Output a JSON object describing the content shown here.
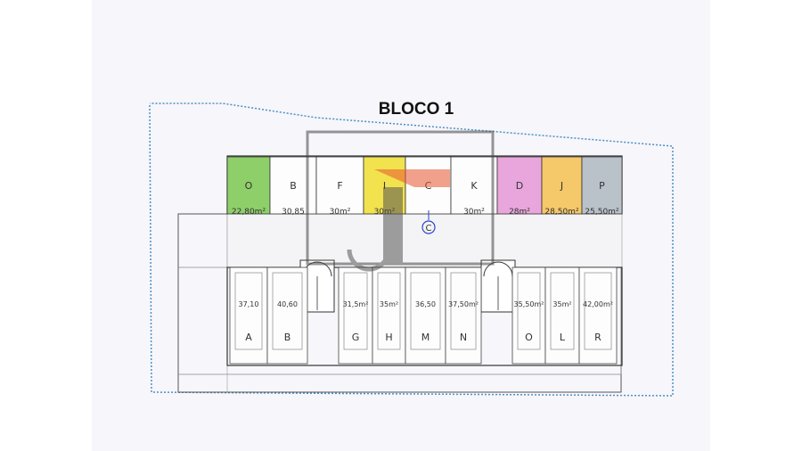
{
  "title": "BLOCO 1",
  "colors": {
    "green": "#8fcf6a",
    "yellow": "#f2e24e",
    "pink": "#e9a6dc",
    "orange": "#f5c86a",
    "grey": "#b9c1c9",
    "logo_red": "#e8572f"
  },
  "top_units": [
    {
      "letter": "O",
      "area": "22,80m²",
      "color": "green"
    },
    {
      "letter": "B",
      "area": "30,85",
      "color": "white"
    },
    {
      "letter": "F",
      "area": "30m²",
      "color": "white"
    },
    {
      "letter": "I",
      "area": "30m²",
      "color": "yellow"
    },
    {
      "letter": "C",
      "area": "",
      "color": "white"
    },
    {
      "letter": "K",
      "area": "30m²",
      "color": "white"
    },
    {
      "letter": "D",
      "area": "28m²",
      "color": "pink"
    },
    {
      "letter": "J",
      "area": "28,50m²",
      "color": "orange"
    },
    {
      "letter": "P",
      "area": "25,50m²",
      "color": "grey"
    }
  ],
  "circled_note": "C",
  "bottom_units": [
    {
      "letter": "A",
      "area": "37,10"
    },
    {
      "letter": "B",
      "area": "40,60"
    },
    {
      "letter": "G",
      "area": "31,5m²"
    },
    {
      "letter": "H",
      "area": "35m²"
    },
    {
      "letter": "M",
      "area": "36,50"
    },
    {
      "letter": "N",
      "area": "37,50m²"
    },
    {
      "letter": "O",
      "area": "35,50m²"
    },
    {
      "letter": "L",
      "area": "35m²"
    },
    {
      "letter": "R",
      "area": "42,00m²"
    }
  ]
}
